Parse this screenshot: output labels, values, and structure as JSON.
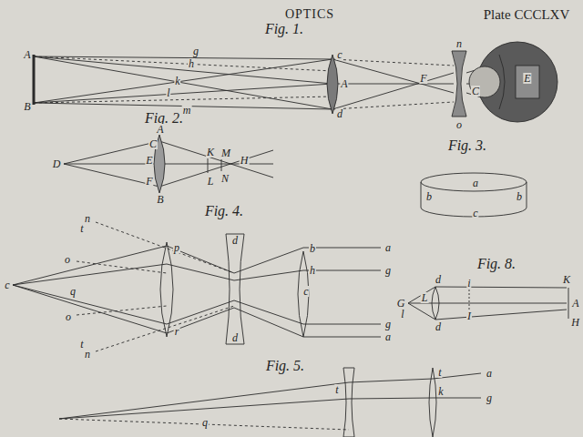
{
  "diagram": {
    "title": "OPTICS",
    "labels": [
      "Plate CCCLXV",
      "Fig. 1.",
      "A",
      "B",
      "g",
      "h",
      "k",
      "l",
      "m",
      "c",
      "A",
      "d",
      "F",
      "n",
      "o",
      "C",
      "E",
      "Fig. 2.",
      "D",
      "A",
      "C",
      "E",
      "F",
      "B",
      "K",
      "M",
      "H",
      "L",
      "N",
      "Fig. 3.",
      "a",
      "b",
      "b",
      "c",
      "Fig. 4.",
      "n",
      "t",
      "o",
      "q",
      "o",
      "t",
      "n",
      "c",
      "p",
      "r",
      "d",
      "d",
      "b",
      "h",
      "c",
      "a",
      "g",
      "g",
      "a",
      "Fig. 8.",
      "G",
      "L",
      "l",
      "d",
      "d",
      "i",
      "I",
      "K",
      "A",
      "H",
      "Fig. 5.",
      "q",
      "t",
      "t",
      "k",
      "a",
      "g"
    ]
  }
}
